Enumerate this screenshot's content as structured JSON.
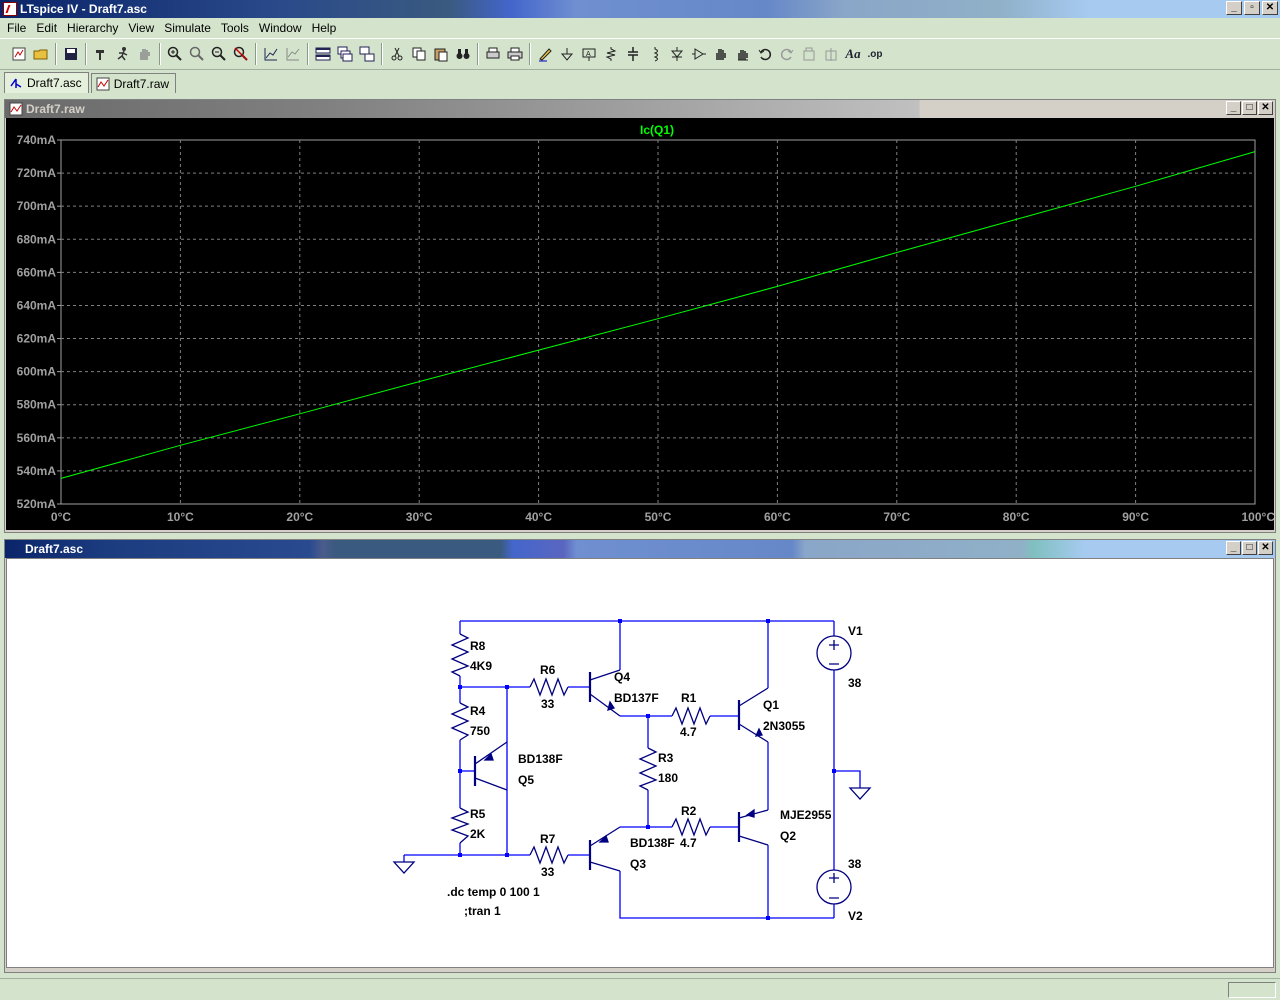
{
  "window": {
    "title": "LTspice IV - Draft7.asc"
  },
  "menu": [
    "File",
    "Edit",
    "Hierarchy",
    "View",
    "Simulate",
    "Tools",
    "Window",
    "Help"
  ],
  "tabs": [
    {
      "label": "Draft7.asc",
      "icon": "schematic-icon"
    },
    {
      "label": "Draft7.raw",
      "icon": "waveform-icon"
    }
  ],
  "plot_window": {
    "title": "Draft7.raw"
  },
  "schematic_window": {
    "title": "Draft7.asc"
  },
  "chart_data": {
    "type": "line",
    "title": "Ic(Q1)",
    "xlabel": "",
    "ylabel": "",
    "x_ticks": [
      "0°C",
      "10°C",
      "20°C",
      "30°C",
      "40°C",
      "50°C",
      "60°C",
      "70°C",
      "80°C",
      "90°C",
      "100°C"
    ],
    "y_ticks": [
      "740mA",
      "720mA",
      "700mA",
      "680mA",
      "660mA",
      "640mA",
      "620mA",
      "600mA",
      "580mA",
      "560mA",
      "540mA",
      "520mA"
    ],
    "xlim": [
      0,
      100
    ],
    "ylim": [
      520,
      740
    ],
    "grid": true,
    "series": [
      {
        "name": "Ic(Q1)",
        "color": "#00ff00",
        "x": [
          0,
          10,
          20,
          30,
          40,
          50,
          60,
          70,
          80,
          90,
          100
        ],
        "y": [
          535.5,
          555.5,
          574.5,
          594,
          613,
          632,
          651.5,
          672,
          692,
          712,
          733
        ]
      }
    ]
  },
  "schematic": {
    "components": {
      "R8": {
        "name": "R8",
        "value": "4K9"
      },
      "R4": {
        "name": "R4",
        "value": "750"
      },
      "R5": {
        "name": "R5",
        "value": "2K"
      },
      "R6": {
        "name": "R6",
        "value": "33"
      },
      "R7": {
        "name": "R7",
        "value": "33"
      },
      "R3": {
        "name": "R3",
        "value": "180"
      },
      "R1": {
        "name": "R1",
        "value": "4.7"
      },
      "R2": {
        "name": "R2",
        "value": "4.7"
      },
      "Q4": {
        "name": "Q4",
        "value": "BD137F"
      },
      "Q5": {
        "name": "Q5",
        "value": "BD138F"
      },
      "Q3": {
        "name": "Q3",
        "value": "BD138F"
      },
      "Q1": {
        "name": "Q1",
        "value": "2N3055"
      },
      "Q2": {
        "name": "Q2",
        "value": "MJE2955"
      },
      "V1": {
        "name": "V1",
        "value": "38"
      },
      "V2": {
        "name": "V2",
        "value": "38"
      }
    },
    "directives": [
      ".dc temp 0 100 1",
      ";tran 1"
    ]
  },
  "colors": {
    "wire": "#0000ff",
    "component": "#000080",
    "trace": "#00ff00",
    "plot_bg": "#000000",
    "grid": "#808080"
  }
}
